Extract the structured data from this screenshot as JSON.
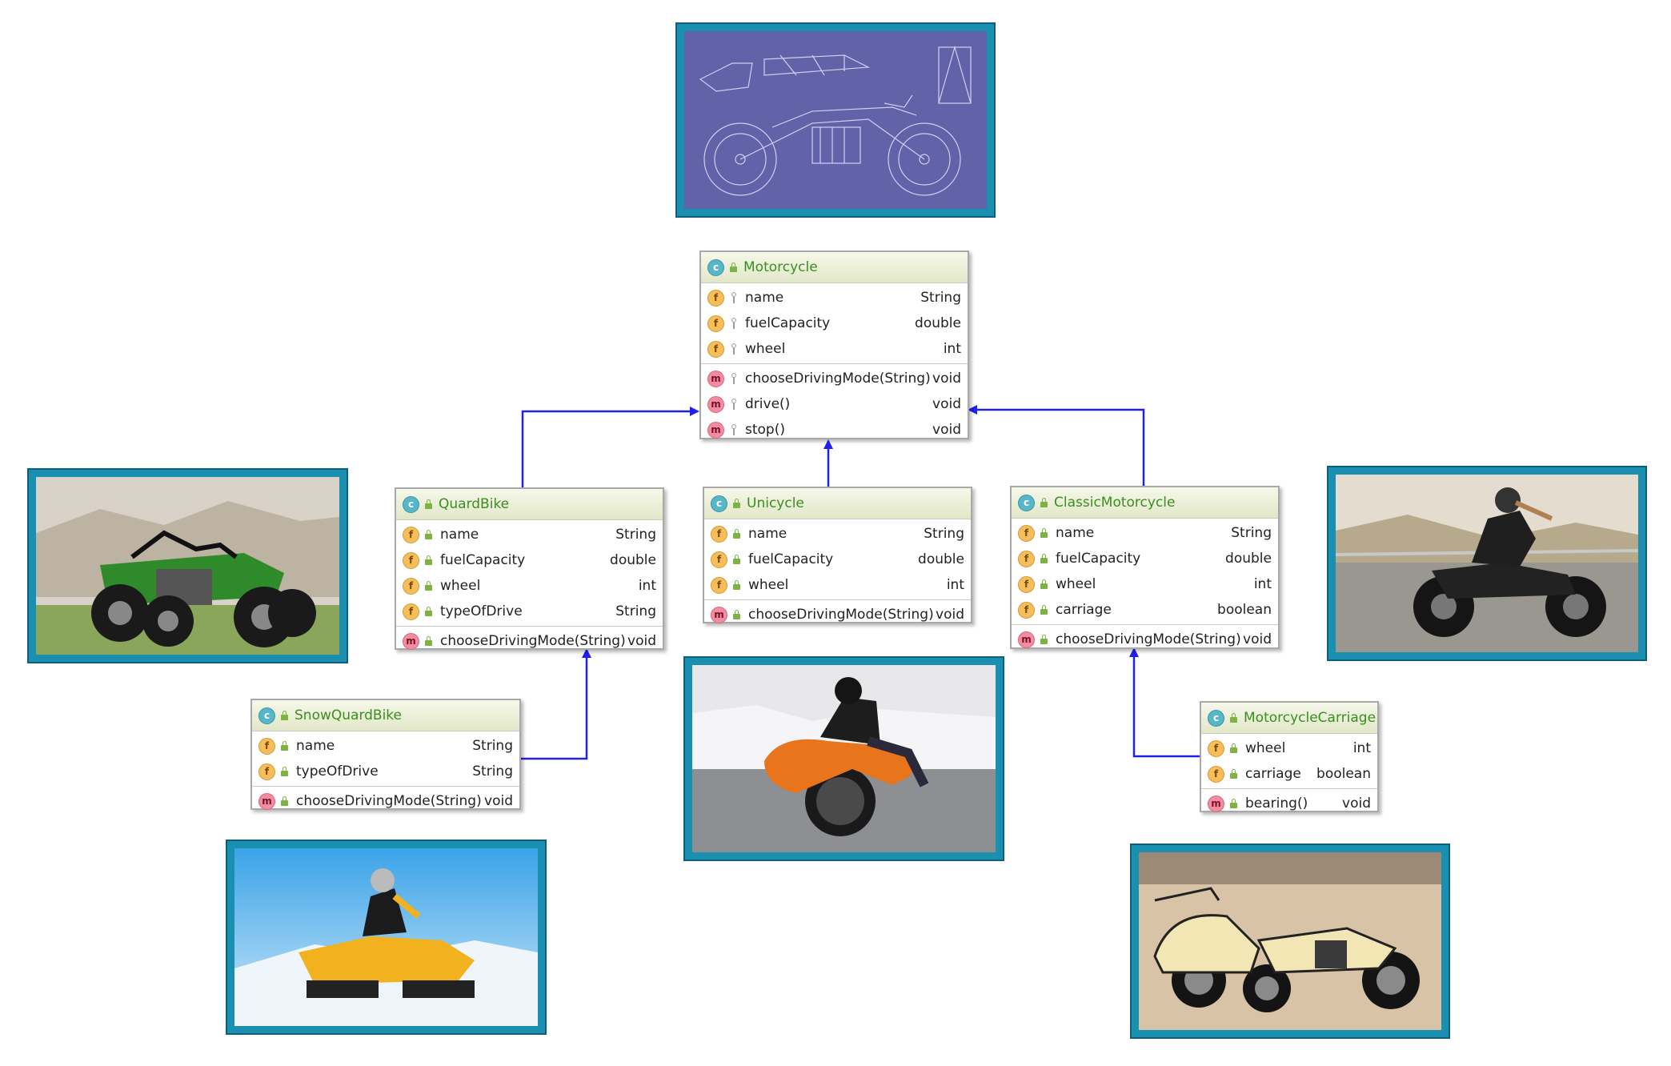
{
  "classes": {
    "motorcycle": {
      "name": "Motorcycle",
      "fields": [
        {
          "name": "name",
          "type": "String"
        },
        {
          "name": "fuelCapacity",
          "type": "double"
        },
        {
          "name": "wheel",
          "type": "int"
        }
      ],
      "methods": [
        {
          "name": "chooseDrivingMode(String)",
          "type": "void"
        },
        {
          "name": "drive()",
          "type": "void"
        },
        {
          "name": "stop()",
          "type": "void"
        }
      ]
    },
    "quardbike": {
      "name": "QuardBike",
      "fields": [
        {
          "name": "name",
          "type": "String"
        },
        {
          "name": "fuelCapacity",
          "type": "double"
        },
        {
          "name": "wheel",
          "type": "int"
        },
        {
          "name": "typeOfDrive",
          "type": "String"
        }
      ],
      "methods": [
        {
          "name": "chooseDrivingMode(String)",
          "type": "void"
        }
      ]
    },
    "unicycle": {
      "name": "Unicycle",
      "fields": [
        {
          "name": "name",
          "type": "String"
        },
        {
          "name": "fuelCapacity",
          "type": "double"
        },
        {
          "name": "wheel",
          "type": "int"
        }
      ],
      "methods": [
        {
          "name": "chooseDrivingMode(String)",
          "type": "void"
        }
      ]
    },
    "classic": {
      "name": "ClassicMotorcycle",
      "fields": [
        {
          "name": "name",
          "type": "String"
        },
        {
          "name": "fuelCapacity",
          "type": "double"
        },
        {
          "name": "wheel",
          "type": "int"
        },
        {
          "name": "carriage",
          "type": "boolean"
        }
      ],
      "methods": [
        {
          "name": "chooseDrivingMode(String)",
          "type": "void"
        }
      ]
    },
    "snow": {
      "name": "SnowQuardBike",
      "fields": [
        {
          "name": "name",
          "type": "String"
        },
        {
          "name": "typeOfDrive",
          "type": "String"
        }
      ],
      "methods": [
        {
          "name": "chooseDrivingMode(String)",
          "type": "void"
        }
      ]
    },
    "carriage": {
      "name": "MotorcycleCarriage",
      "fields": [
        {
          "name": "wheel",
          "type": "int"
        },
        {
          "name": "carriage",
          "type": "boolean"
        }
      ],
      "methods": [
        {
          "name": "bearing()",
          "type": "void"
        }
      ]
    }
  },
  "badges": {
    "class": "c",
    "field": "f",
    "method": "m"
  },
  "colors": {
    "arrow": "#2020ee",
    "class_name": "#3a8f1f",
    "frame": "#1b8fb0"
  }
}
